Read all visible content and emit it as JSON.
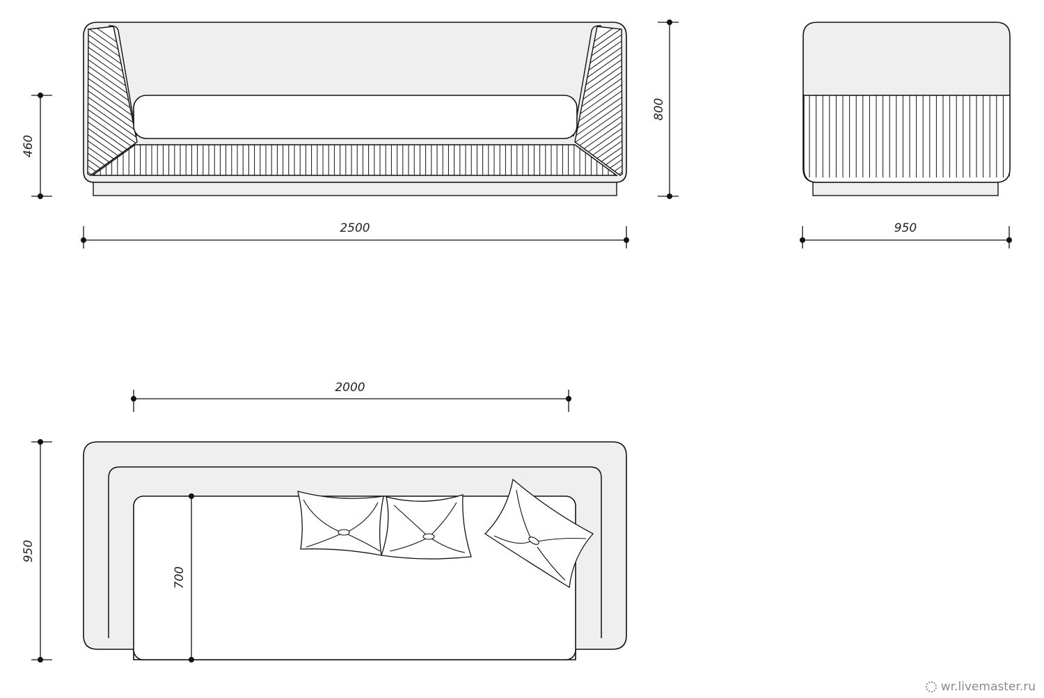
{
  "front_view": {
    "width_label": "2500",
    "height_label": "800",
    "seat_height_label": "460"
  },
  "side_view": {
    "depth_label": "950"
  },
  "top_view": {
    "seat_width_label": "2000",
    "depth_label": "950",
    "seat_depth_label": "700"
  },
  "watermark": {
    "text": "wr.livemaster.ru",
    "icon": "livemaster-logo-icon"
  },
  "colors": {
    "line": "#111111",
    "fill_light": "#efefef",
    "fill_white": "#ffffff"
  }
}
